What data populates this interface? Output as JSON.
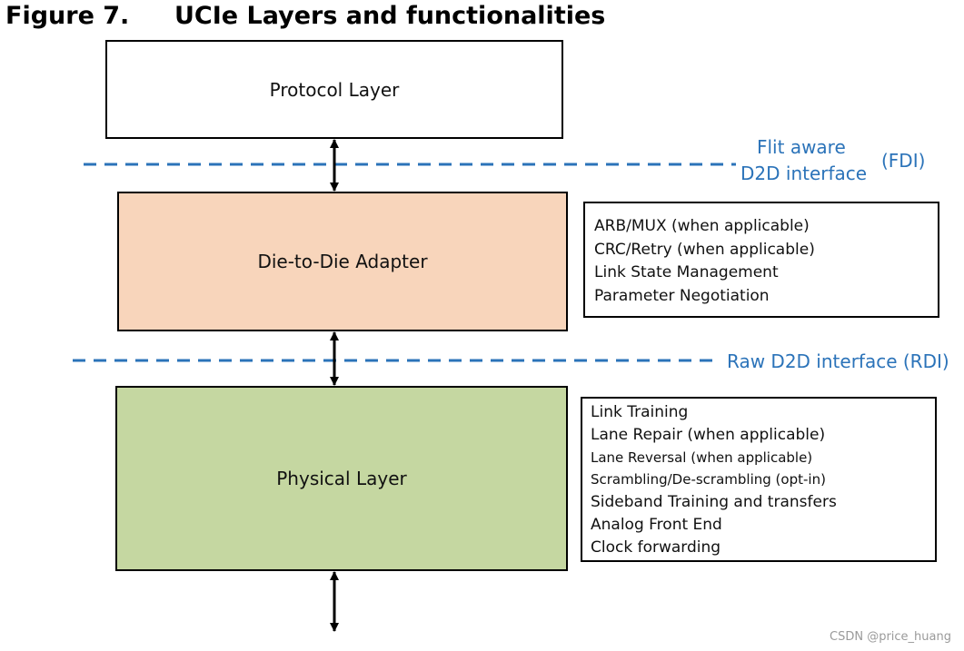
{
  "figure": {
    "number": "Figure 7.",
    "title": "UCIe Layers and functionalities"
  },
  "layers": {
    "protocol": "Protocol Layer",
    "adapter": "Die-to-Die Adapter",
    "physical": "Physical Layer"
  },
  "interfaces": {
    "fdi": {
      "line1": "Flit aware",
      "line2": "D2D interface",
      "abbr": "(FDI)"
    },
    "rdi": {
      "label": "Raw D2D interface (RDI)"
    }
  },
  "adapter_functions": [
    "ARB/MUX (when applicable)",
    "CRC/Retry (when applicable)",
    "Link State Management",
    "Parameter Negotiation"
  ],
  "physical_functions": [
    "Link Training",
    "Lane Repair (when applicable)",
    "Lane Reversal (when applicable)",
    "Scrambling/De-scrambling (opt-in)",
    "Sideband Training and transfers",
    "Analog Front End",
    "Clock forwarding"
  ],
  "watermark": "CSDN @price_huang",
  "colors": {
    "adapter_fill": "#f8d5bb",
    "physical_fill": "#c5d7a1",
    "interface_blue": "#2b73b9"
  }
}
